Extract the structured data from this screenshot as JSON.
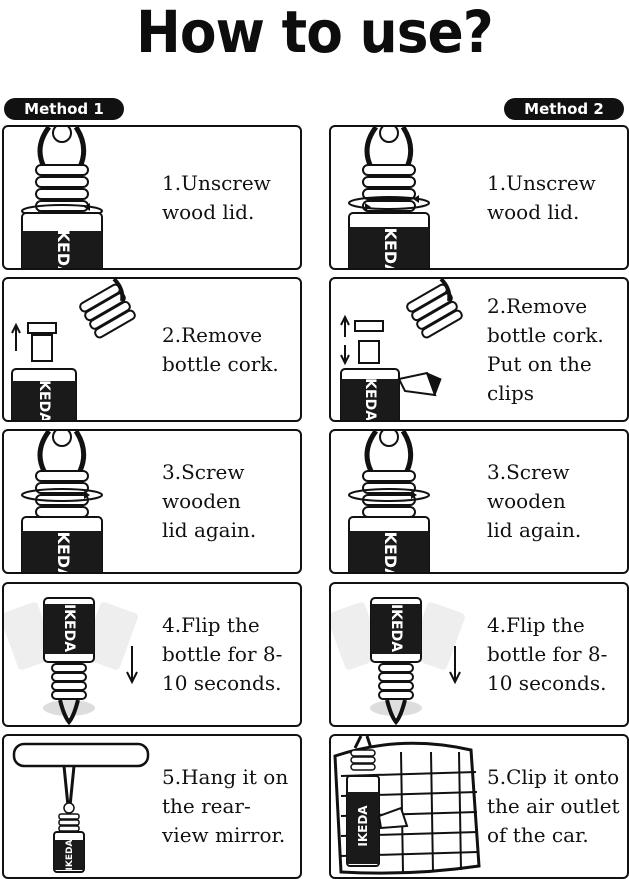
{
  "title": "How to use?",
  "methods": [
    {
      "label": "Method 1",
      "steps": [
        "1.Unscrew\nwood lid.",
        "2.Remove\nbottle cork.",
        "3.Screw\nwooden\nlid again.",
        "4.Flip the\nbottle for 8-\n10 seconds.",
        "5.Hang it on\nthe rear-\nview mirror."
      ]
    },
    {
      "label": "Method 2",
      "steps": [
        "1.Unscrew\nwood lid.",
        "2.Remove\nbottle cork.\nPut on the\nclips",
        "3.Screw\nwooden\nlid again.",
        "4.Flip the\nbottle for 8-\n10 seconds.",
        "5.Clip it onto\nthe air outlet\nof the car."
      ]
    }
  ],
  "brand": "IKEDA",
  "colors": {
    "ink": "#111111",
    "paper": "#ffffff",
    "faded": "#cfcfcf"
  }
}
